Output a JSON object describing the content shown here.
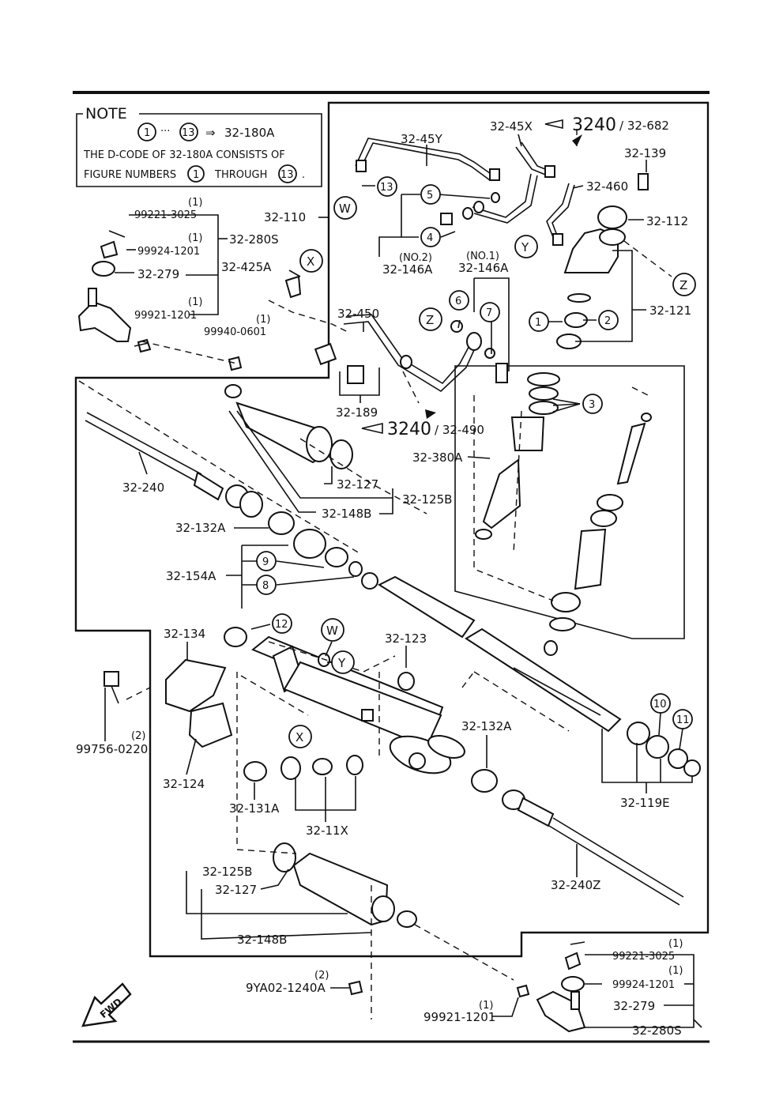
{
  "note": {
    "title": "NOTE",
    "range_start": "1",
    "range_sep": "···",
    "range_end": "13",
    "arrow": "⇒",
    "target": "32-180A",
    "line2": "THE D-CODE OF  32-180A  CONSISTS OF",
    "line3a": "FIGURE NUMBERS",
    "line3_num1": "1",
    "line3b": "THROUGH",
    "line3_num2": "13",
    "line3c": "."
  },
  "refs": {
    "ref1_num": "3240",
    "ref1_code": "/ 32-682",
    "ref2_num": "3240",
    "ref2_code": "/ 32-490"
  },
  "labels": {
    "p32_45Y": "32-45Y",
    "p32_45X": "32-45X",
    "p32_139": "32-139",
    "p32_460": "32-460",
    "p32_112": "32-112",
    "p32_121": "32-121",
    "p32_110": "32-110",
    "p99221_a_qty": "(1)",
    "p99221_a": "99221-3025",
    "p99924_a_qty": "(1)",
    "p99924_a": "99924-1201",
    "p32_280S_a": "32-280S",
    "p32_279_a": "32-279",
    "p32_425A": "32-425A",
    "p99921_a_qty": "(1)",
    "p99921_a": "99921-1201",
    "p99940_qty": "(1)",
    "p99940": "99940-0601",
    "no2": "(NO.2)",
    "p32_146A_a": "32-146A",
    "no1": "(NO.1)",
    "p32_146A_b": "32-146A",
    "p32_450": "32-450",
    "p32_189": "32-189",
    "p32_380A": "32-380A",
    "p32_240": "32-240",
    "p32_127_a": "32-127",
    "p32_125B_a": "32-125B",
    "p32_148B_a": "32-148B",
    "p32_132A_a": "32-132A",
    "p32_154A": "32-154A",
    "p32_134": "32-134",
    "p32_123": "32-123",
    "p32_132A_b": "32-132A",
    "p99756_qty": "(2)",
    "p99756": "99756-0220",
    "p32_124": "32-124",
    "p32_131A": "32-131A",
    "p32_11X": "32-11X",
    "p32_119E": "32-119E",
    "p32_240Z": "32-240Z",
    "p32_125B_b": "32-125B",
    "p32_127_b": "32-127",
    "p32_148B_b": "32-148B",
    "p9YA02_qty": "(2)",
    "p9YA02": "9YA02-1240A",
    "p99921_b_qty": "(1)",
    "p99921_b": "99921-1201",
    "p99221_b_qty": "(1)",
    "p99221_b": "99221-3025",
    "p99924_b_qty": "(1)",
    "p99924_b": "99924-1201",
    "p32_279_b": "32-279",
    "p32_280S_b": "32-280S"
  },
  "callouts": {
    "c1": "1",
    "c2": "2",
    "c3": "3",
    "c4": "4",
    "c5": "5",
    "c6": "6",
    "c7": "7",
    "c8": "8",
    "c9": "9",
    "c10": "10",
    "c11": "11",
    "c12": "12",
    "c13": "13",
    "cW_a": "W",
    "cW_b": "W",
    "cX_a": "X",
    "cX_b": "X",
    "cY_a": "Y",
    "cY_b": "Y",
    "cZ_a": "Z",
    "cZ_b": "Z"
  },
  "fwd": "FWD"
}
